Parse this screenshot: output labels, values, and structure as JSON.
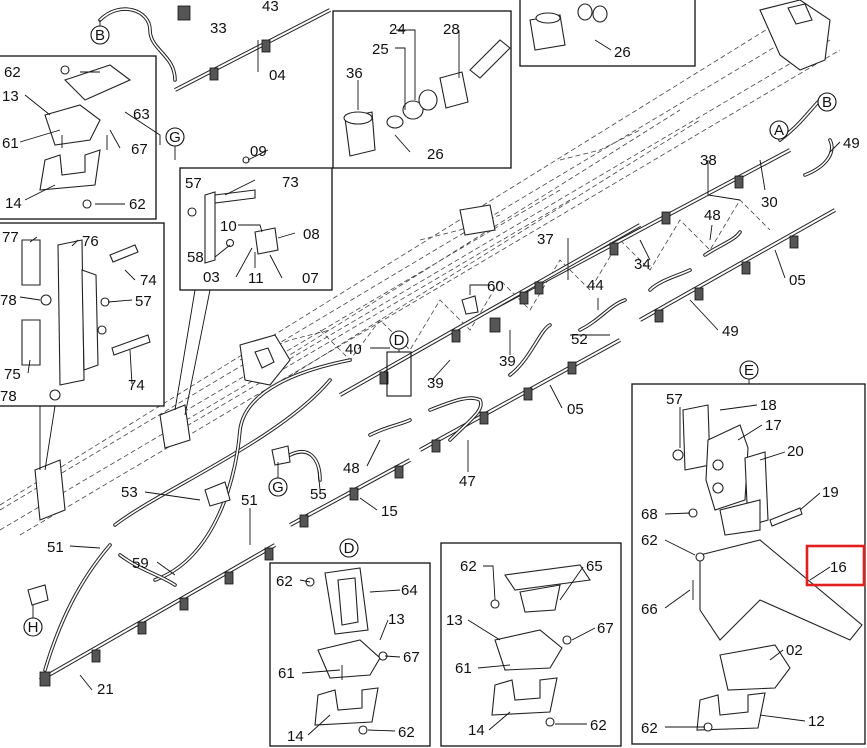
{
  "labels": {
    "l33": "33",
    "l43": "43",
    "l04": "04",
    "l24": "24",
    "l25": "25",
    "l28": "28",
    "l36": "36",
    "l26a": "26",
    "l26b": "26",
    "l62a": "62",
    "l13a": "13",
    "l63": "63",
    "l61a": "61",
    "l67a": "67",
    "l14a": "14",
    "l62b": "62",
    "l09": "09",
    "l57a": "57",
    "l73": "73",
    "l10": "10",
    "l08": "08",
    "l58": "58",
    "l03": "03",
    "l11": "11",
    "l07": "07",
    "l77": "77",
    "l76": "76",
    "l74a": "74",
    "l78a": "78",
    "l57b": "57",
    "l75": "75",
    "l74b": "74",
    "l78b": "78",
    "l38": "38",
    "l30": "30",
    "l49a": "49",
    "l48a": "48",
    "l37": "37",
    "l34": "34",
    "l05a": "05",
    "l60": "60",
    "l44": "44",
    "l52": "52",
    "l49b": "49",
    "l40": "40",
    "l39a": "39",
    "l39b": "39",
    "l05b": "05",
    "l48b": "48",
    "l47": "47",
    "l55": "55",
    "l53": "53",
    "l51a": "51",
    "l51b": "51",
    "l59": "59",
    "l15": "15",
    "l21": "21",
    "l62c": "62",
    "l64": "64",
    "l13b": "13",
    "l67b": "67",
    "l61b": "61",
    "l14b": "14",
    "l62d": "62",
    "l62e": "62",
    "l65": "65",
    "l13c": "13",
    "l67c": "67",
    "l61c": "61",
    "l14c": "14",
    "l62f": "62",
    "l57c": "57",
    "l18": "18",
    "l17": "17",
    "l20": "20",
    "l68": "68",
    "l19": "19",
    "l62g": "62",
    "l16": "16",
    "l66": "66",
    "l02": "02",
    "l62h": "62",
    "l12": "12"
  },
  "callouts": {
    "cB1": "B",
    "cB2": "B",
    "cA": "A",
    "cG1": "G",
    "cG2": "G",
    "cD1": "D",
    "cD2": "D",
    "cE": "E",
    "cH": "H"
  },
  "highlight": {
    "part": "16",
    "color": "#e02020"
  }
}
